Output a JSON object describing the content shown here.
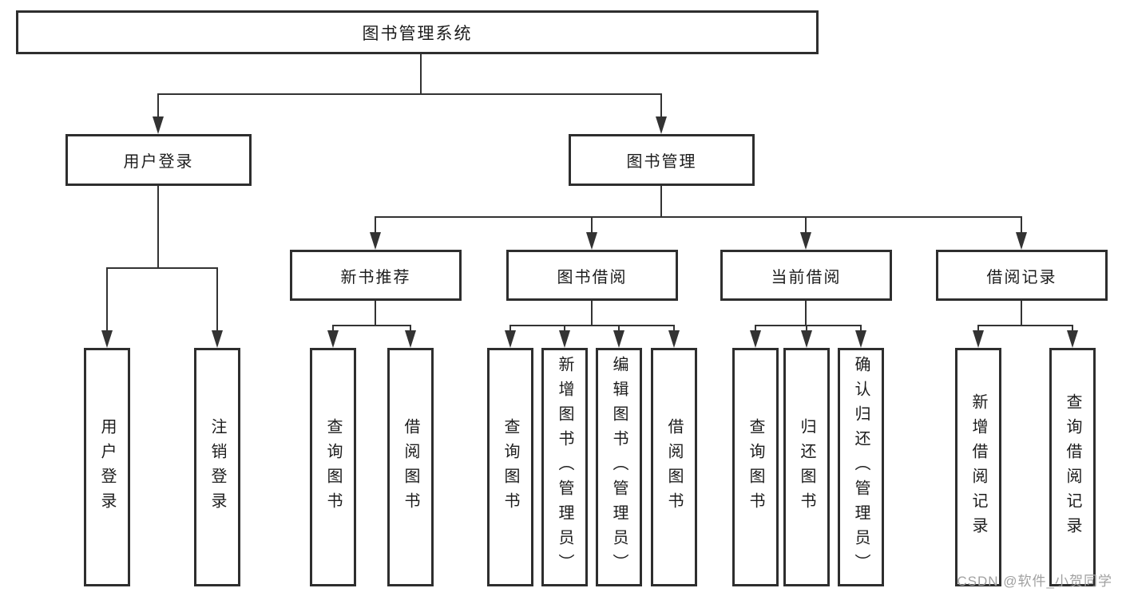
{
  "diagram": {
    "root": {
      "label": "图书管理系统",
      "children": [
        {
          "label": "用户登录",
          "children": [
            {
              "label": "用户登录"
            },
            {
              "label": "注销登录"
            }
          ]
        },
        {
          "label": "图书管理",
          "children": [
            {
              "label": "新书推荐",
              "children": [
                {
                  "label": "查询图书"
                },
                {
                  "label": "借阅图书"
                }
              ]
            },
            {
              "label": "图书借阅",
              "children": [
                {
                  "label": "查询图书"
                },
                {
                  "label": "新增图书（管理员）"
                },
                {
                  "label": "编辑图书（管理员）"
                },
                {
                  "label": "借阅图书"
                }
              ]
            },
            {
              "label": "当前借阅",
              "children": [
                {
                  "label": "查询图书"
                },
                {
                  "label": "归还图书"
                },
                {
                  "label": "确认归还（管理员）"
                }
              ]
            },
            {
              "label": "借阅记录",
              "children": [
                {
                  "label": "新增借阅记录"
                },
                {
                  "label": "查询借阅记录"
                }
              ]
            }
          ]
        }
      ]
    }
  },
  "watermark": {
    "text": "CSDN @软件_小贺同学"
  },
  "colors": {
    "line": "#333333",
    "box_border": "#2e2e2e",
    "text": "#1c1c1c",
    "watermark": "#a0a0a0",
    "background": "#ffffff"
  }
}
